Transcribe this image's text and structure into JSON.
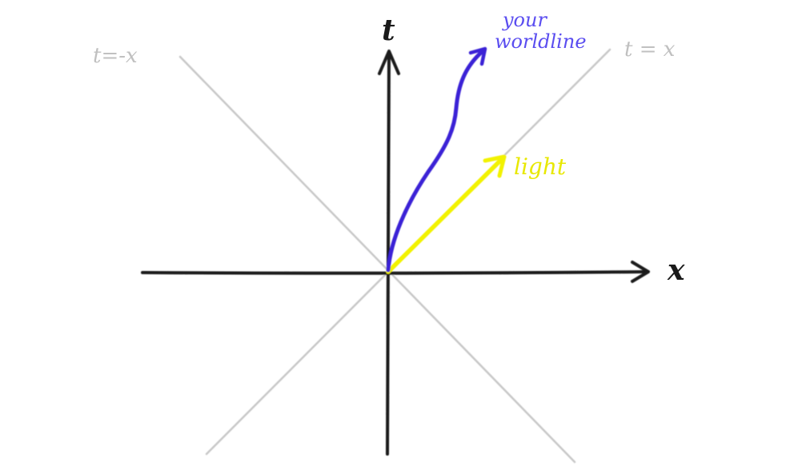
{
  "diagram": {
    "axes": {
      "t_label": "t",
      "x_label": "x"
    },
    "light_cone": {
      "line_pos_label": "t = x",
      "line_neg_label": "t=-x"
    },
    "worldline_label": [
      "your",
      "worldline"
    ],
    "light_label": "light"
  },
  "colors": {
    "axis": "#1a1a1a",
    "light_cone": "#c8c8c8",
    "worldline": "#3a22d6",
    "light": "#f2f200",
    "worldline_label": "#5a4df0",
    "light_label": "#e8e800",
    "cone_label": "#c0c0c0"
  }
}
